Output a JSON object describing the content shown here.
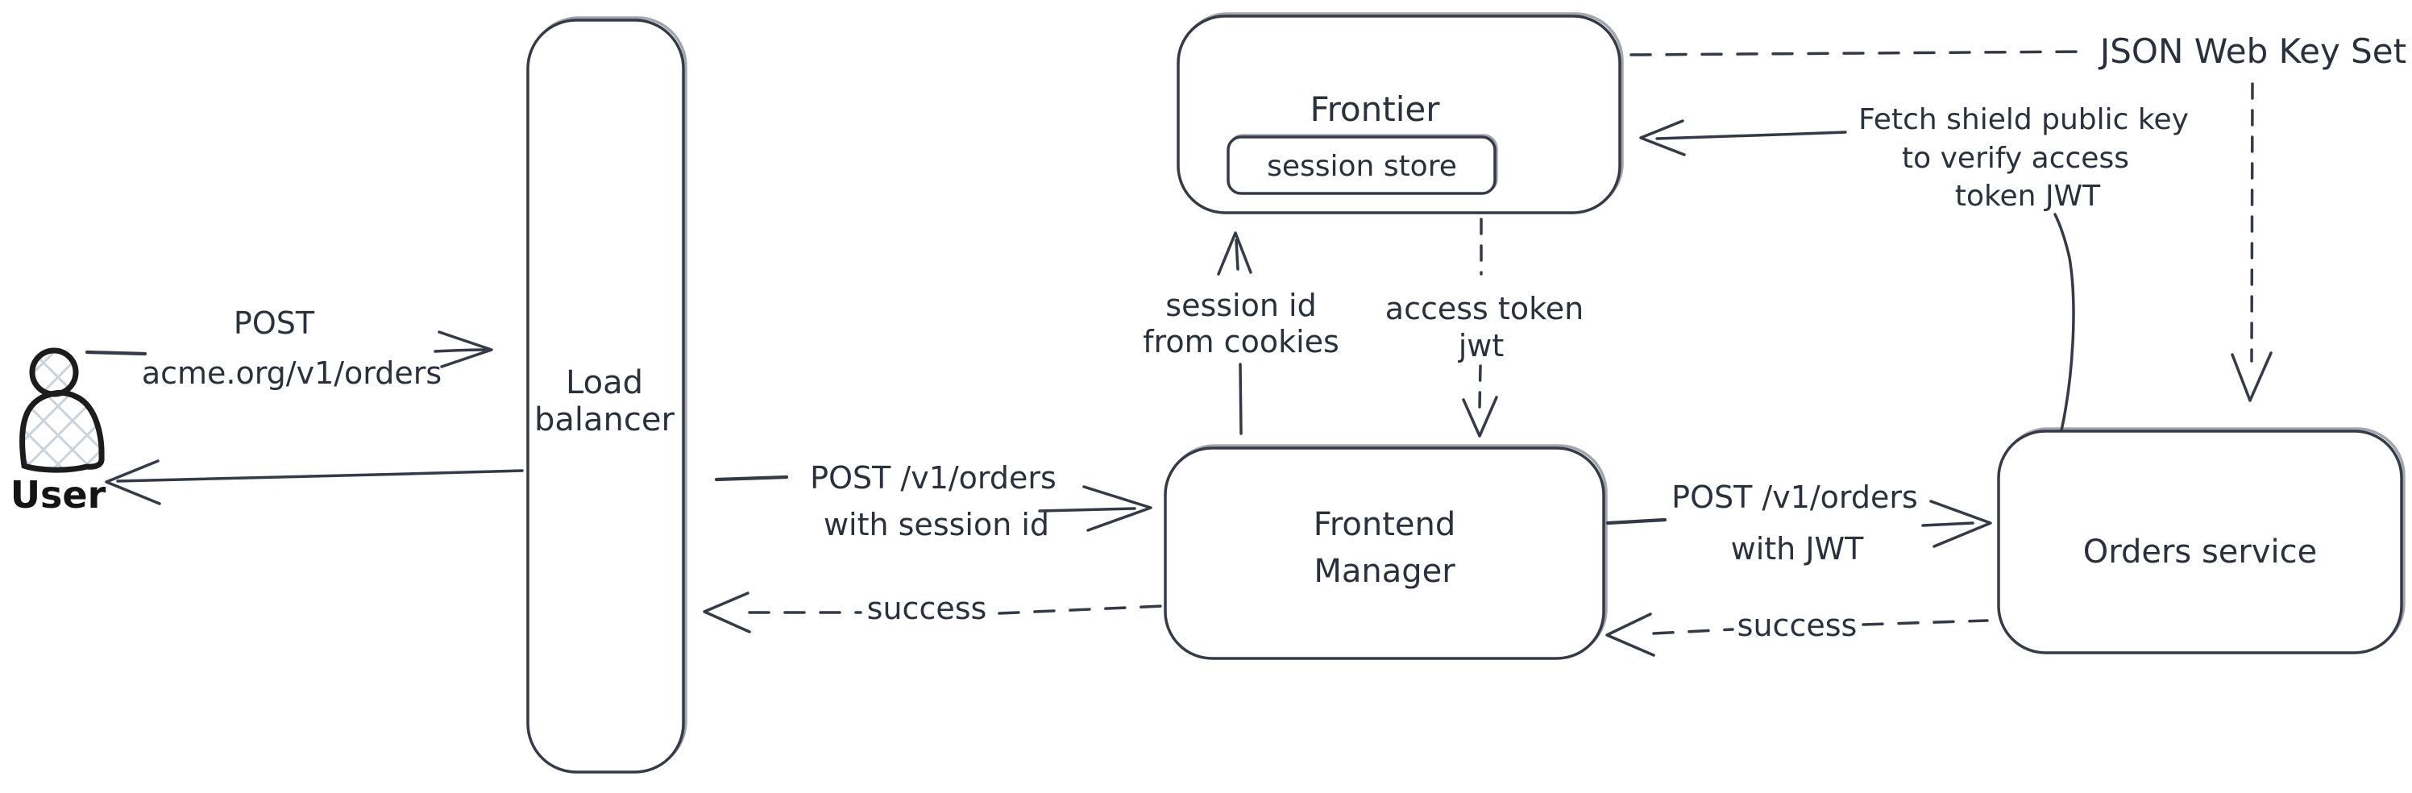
{
  "nodes": {
    "user": {
      "label": "User",
      "icon": "person-icon"
    },
    "load_balancer": {
      "line1": "Load",
      "line2": "balancer"
    },
    "frontier": {
      "label": "Frontier",
      "session_store": "session store"
    },
    "frontend_manager": {
      "line1": "Frontend",
      "line2": "Manager"
    },
    "orders_service": {
      "label": "Orders service"
    },
    "jwks": {
      "label": "JSON Web Key Set"
    }
  },
  "edges": {
    "user_request": {
      "line1": "POST",
      "line2": "acme.org/v1/orders"
    },
    "lb_to_fm_request": {
      "line1": "POST /v1/orders",
      "line2": "with session id"
    },
    "fm_to_lb_success": {
      "label": "success"
    },
    "fm_to_frontier_session": {
      "line1": "session id",
      "line2": "from cookies"
    },
    "frontier_to_fm_token": {
      "line1": "access token",
      "line2": "jwt"
    },
    "fm_to_orders_request": {
      "line1": "POST /v1/orders",
      "line2": "with JWT"
    },
    "orders_to_fm_success": {
      "label": "success"
    },
    "orders_to_frontier_fetch": {
      "line1": "Fetch shield public key",
      "line2": "to verify access",
      "line3": "token JWT"
    }
  },
  "colors": {
    "stroke": "#343a46",
    "text": "#2b313c",
    "user_outline": "#1c1c1c",
    "user_hatch": "#cbd4dc",
    "background": "#ffffff"
  }
}
